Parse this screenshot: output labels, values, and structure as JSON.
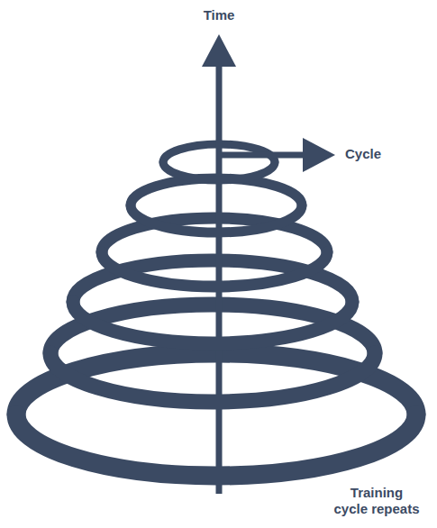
{
  "diagram": {
    "labels": [
      "Time",
      "Cycle",
      "Training cycle repeats"
    ]
  }
}
